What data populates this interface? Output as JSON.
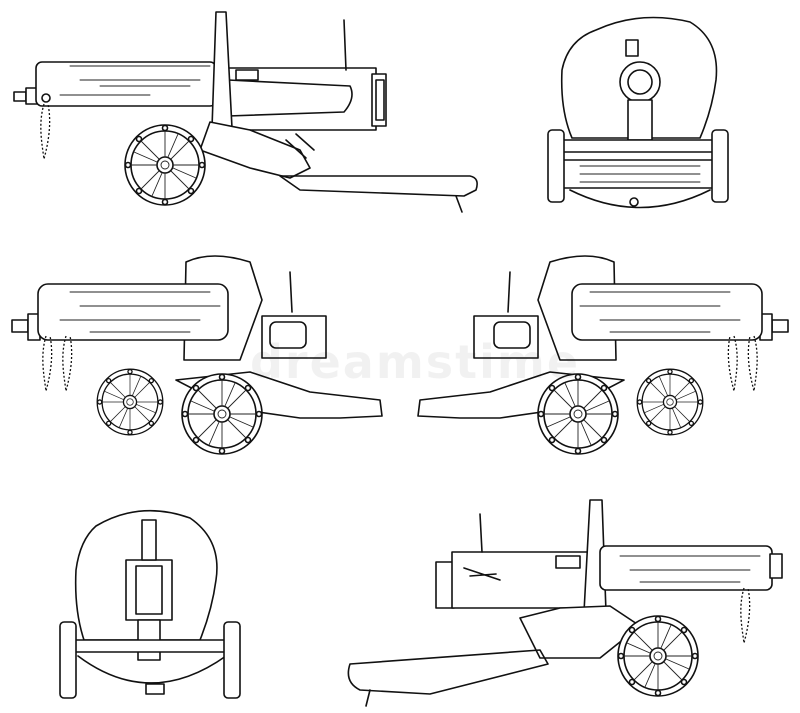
{
  "watermark_text": "dreamstime",
  "colors": {
    "ink": "#111111",
    "paper": "#ffffff"
  },
  "views": [
    {
      "name": "side-view-left"
    },
    {
      "name": "front-view"
    },
    {
      "name": "three-quarter-view-left"
    },
    {
      "name": "three-quarter-view-right"
    },
    {
      "name": "rear-view"
    },
    {
      "name": "side-view-right"
    }
  ]
}
